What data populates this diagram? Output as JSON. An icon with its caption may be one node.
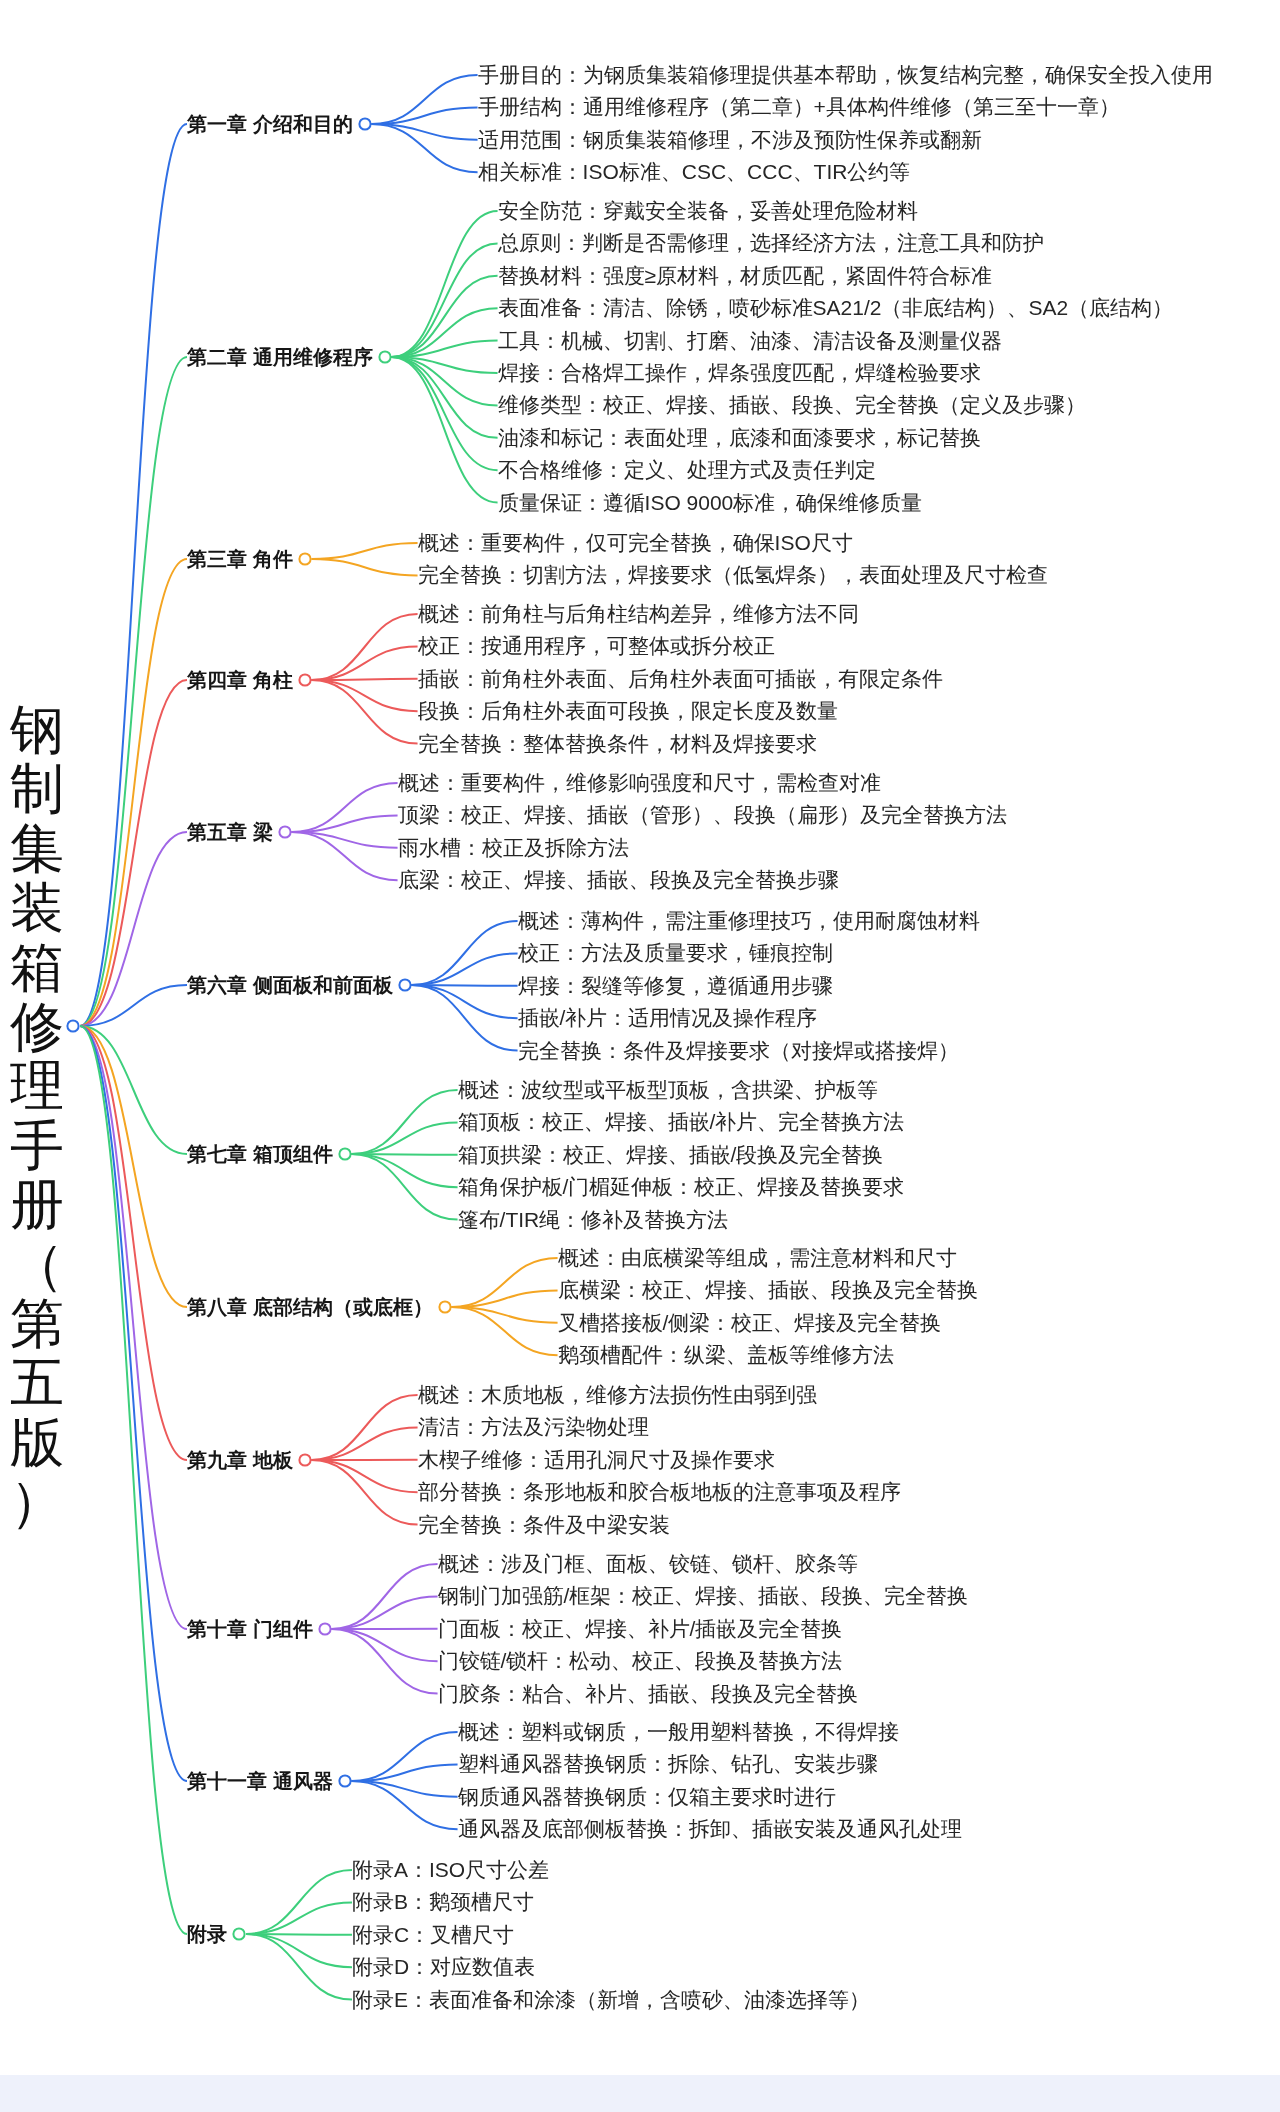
{
  "diagram": {
    "nodes": [
      {
        "text": [
          "钢制集装箱修理手册（第五版）"
        ]
      },
      {
        "text": [
          "第一章 介绍和目的"
        ]
      },
      {
        "text": [
          "手册目的：为钢质集装箱修理提供基本帮助，恢复结构完整，确保安全投入使用"
        ]
      },
      {
        "text": [
          "手册结构：通用维修程序（第二章）+具体构件维修（第三至十一章）"
        ]
      },
      {
        "text": [
          "适用范围：钢质集装箱修理，不涉及预防性保养或翻新"
        ]
      },
      {
        "text": [
          "相关标准：ISO标准、CSC、CCC、TIR公约等"
        ]
      },
      {
        "text": [
          "第二章 通用维修程序"
        ]
      },
      {
        "text": [
          "安全防范：穿戴安全装备，妥善处理危险材料"
        ]
      },
      {
        "text": [
          "总原则：判断是否需修理，选择经济方法，注意工具和防护"
        ]
      },
      {
        "text": [
          "替换材料：强度≥原材料，材质匹配，紧固件符合标准"
        ]
      },
      {
        "text": [
          "表面准备：清洁、除锈，喷砂标准SA21/2（非底结构）、SA2（底结构）"
        ]
      },
      {
        "text": [
          "工具：机械、切割、打磨、油漆、清洁设备及测量仪器"
        ]
      },
      {
        "text": [
          "焊接：合格焊工操作，焊条强度匹配，焊缝检验要求"
        ]
      },
      {
        "text": [
          "维修类型：校正、焊接、插嵌、段换、完全替换（定义及步骤）"
        ]
      },
      {
        "text": [
          "油漆和标记：表面处理，底漆和面漆要求，标记替换"
        ]
      },
      {
        "text": [
          "不合格维修：定义、处理方式及责任判定"
        ]
      },
      {
        "text": [
          "质量保证：遵循ISO 9000标准，确保维修质量"
        ]
      },
      {
        "text": [
          "第三章 角件"
        ]
      },
      {
        "text": [
          "概述：重要构件，仅可完全替换，确保ISO尺寸"
        ]
      },
      {
        "text": [
          "完全替换：切割方法，焊接要求（低氢焊条），表面处理及尺寸检查"
        ]
      },
      {
        "text": [
          "第四章 角柱"
        ]
      },
      {
        "text": [
          "概述：前角柱与后角柱结构差异，维修方法不同"
        ]
      },
      {
        "text": [
          "校正：按通用程序，可整体或拆分校正"
        ]
      },
      {
        "text": [
          "插嵌：前角柱外表面、后角柱外表面可插嵌，有限定条件"
        ]
      },
      {
        "text": [
          "段换：后角柱外表面可段换，限定长度及数量"
        ]
      },
      {
        "text": [
          "完全替换：整体替换条件，材料及焊接要求"
        ]
      },
      {
        "text": [
          "第五章 梁"
        ]
      },
      {
        "text": [
          "概述：重要构件，维修影响强度和尺寸，需检查对准"
        ]
      },
      {
        "text": [
          "顶梁：校正、焊接、插嵌（管形）、段换（扁形）及完全替换方法"
        ]
      },
      {
        "text": [
          "雨水槽：校正及拆除方法"
        ]
      },
      {
        "text": [
          "底梁：校正、焊接、插嵌、段换及完全替换步骤"
        ]
      },
      {
        "text": [
          "第六章 侧面板和前面板"
        ]
      },
      {
        "text": [
          "概述：薄构件，需注重修理技巧，使用耐腐蚀材料"
        ]
      },
      {
        "text": [
          "校正：方法及质量要求，锤痕控制"
        ]
      },
      {
        "text": [
          "焊接：裂缝等修复，遵循通用步骤"
        ]
      },
      {
        "text": [
          "插嵌/补片：适用情况及操作程序"
        ]
      },
      {
        "text": [
          "完全替换：条件及焊接要求（对接焊或搭接焊）"
        ]
      },
      {
        "text": [
          "第七章 箱顶组件"
        ]
      },
      {
        "text": [
          "概述：波纹型或平板型顶板，含拱梁、护板等"
        ]
      },
      {
        "text": [
          "箱顶板：校正、焊接、插嵌/补片、完全替换方法"
        ]
      },
      {
        "text": [
          "箱顶拱梁：校正、焊接、插嵌/段换及完全替换"
        ]
      },
      {
        "text": [
          "箱角保护板/门楣延伸板：校正、焊接及替换要求"
        ]
      },
      {
        "text": [
          "篷布/TIR绳：修补及替换方法"
        ]
      },
      {
        "text": [
          "第八章 底部结构（或底框）"
        ]
      },
      {
        "text": [
          "概述：由底横梁等组成，需注意材料和尺寸"
        ]
      },
      {
        "text": [
          "底横梁：校正、焊接、插嵌、段换及完全替换"
        ]
      },
      {
        "text": [
          "叉槽搭接板/侧梁：校正、焊接及完全替换"
        ]
      },
      {
        "text": [
          "鹅颈槽配件：纵梁、盖板等维修方法"
        ]
      },
      {
        "text": [
          "第九章 地板"
        ]
      },
      {
        "text": [
          "概述：木质地板，维修方法损伤性由弱到强"
        ]
      },
      {
        "text": [
          "清洁：方法及污染物处理"
        ]
      },
      {
        "text": [
          "木楔子维修：适用孔洞尺寸及操作要求"
        ]
      },
      {
        "text": [
          "部分替换：条形地板和胶合板地板的注意事项及程序"
        ]
      },
      {
        "text": [
          "完全替换：条件及中梁安装"
        ]
      },
      {
        "text": [
          "第十章 门组件"
        ]
      },
      {
        "text": [
          "概述：涉及门框、面板、铰链、锁杆、胶条等"
        ]
      },
      {
        "text": [
          "钢制门加强筋/框架：校正、焊接、插嵌、段换、完全替换"
        ]
      },
      {
        "text": [
          "门面板：校正、焊接、补片/插嵌及完全替换"
        ]
      },
      {
        "text": [
          "门铰链/锁杆：松动、校正、段换及替换方法"
        ]
      },
      {
        "text": [
          "门胶条：粘合、补片、插嵌、段换及完全替换"
        ]
      },
      {
        "text": [
          "第十一章 通风器"
        ]
      },
      {
        "text": [
          "概述：塑料或钢质，一般用塑料替换，不得焊接"
        ]
      },
      {
        "text": [
          "塑料通风器替换钢质：拆除、钻孔、安装步骤"
        ]
      },
      {
        "text": [
          "钢质通风器替换钢质：仅箱主要求时进行"
        ]
      },
      {
        "text": [
          "通风器及底部侧板替换：拆卸、插嵌安装及通风孔处理"
        ]
      },
      {
        "text": [
          "附录"
        ]
      },
      {
        "text": [
          "附录A：ISO尺寸公差"
        ]
      },
      {
        "text": [
          "附录B：鹅颈槽尺寸"
        ]
      },
      {
        "text": [
          "附录C：叉槽尺寸"
        ]
      },
      {
        "text": [
          "附录D：对应数值表"
        ]
      },
      {
        "text": [
          "附录E：表面准备和涂漆（新增，含喷砂、油漆选择等）"
        ]
      }
    ],
    "edges": [
      {
        "from": 0,
        "to": 1,
        "arrow": "none",
        "color": "#2f6fe4"
      },
      {
        "from": 1,
        "to": 2,
        "arrow": "none",
        "color": "#2f6fe4"
      },
      {
        "from": 1,
        "to": 3,
        "arrow": "none",
        "color": "#2f6fe4"
      },
      {
        "from": 1,
        "to": 4,
        "arrow": "none",
        "color": "#2f6fe4"
      },
      {
        "from": 1,
        "to": 5,
        "arrow": "none",
        "color": "#2f6fe4"
      },
      {
        "from": 0,
        "to": 6,
        "arrow": "none",
        "color": "#3dcf7c"
      },
      {
        "from": 6,
        "to": 7,
        "arrow": "none",
        "color": "#3dcf7c"
      },
      {
        "from": 6,
        "to": 8,
        "arrow": "none",
        "color": "#3dcf7c"
      },
      {
        "from": 6,
        "to": 9,
        "arrow": "none",
        "color": "#3dcf7c"
      },
      {
        "from": 6,
        "to": 10,
        "arrow": "none",
        "color": "#3dcf7c"
      },
      {
        "from": 6,
        "to": 11,
        "arrow": "none",
        "color": "#3dcf7c"
      },
      {
        "from": 6,
        "to": 12,
        "arrow": "none",
        "color": "#3dcf7c"
      },
      {
        "from": 6,
        "to": 13,
        "arrow": "none",
        "color": "#3dcf7c"
      },
      {
        "from": 6,
        "to": 14,
        "arrow": "none",
        "color": "#3dcf7c"
      },
      {
        "from": 6,
        "to": 15,
        "arrow": "none",
        "color": "#3dcf7c"
      },
      {
        "from": 6,
        "to": 16,
        "arrow": "none",
        "color": "#3dcf7c"
      },
      {
        "from": 0,
        "to": 17,
        "arrow": "none",
        "color": "#f4a522"
      },
      {
        "from": 17,
        "to": 18,
        "arrow": "none",
        "color": "#f4a522"
      },
      {
        "from": 17,
        "to": 19,
        "arrow": "none",
        "color": "#f4a522"
      },
      {
        "from": 0,
        "to": 20,
        "arrow": "none",
        "color": "#ec5a5a"
      },
      {
        "from": 20,
        "to": 21,
        "arrow": "none",
        "color": "#ec5a5a"
      },
      {
        "from": 20,
        "to": 22,
        "arrow": "none",
        "color": "#ec5a5a"
      },
      {
        "from": 20,
        "to": 23,
        "arrow": "none",
        "color": "#ec5a5a"
      },
      {
        "from": 20,
        "to": 24,
        "arrow": "none",
        "color": "#ec5a5a"
      },
      {
        "from": 20,
        "to": 25,
        "arrow": "none",
        "color": "#ec5a5a"
      },
      {
        "from": 0,
        "to": 26,
        "arrow": "none",
        "color": "#a066e6"
      },
      {
        "from": 26,
        "to": 27,
        "arrow": "none",
        "color": "#a066e6"
      },
      {
        "from": 26,
        "to": 28,
        "arrow": "none",
        "color": "#a066e6"
      },
      {
        "from": 26,
        "to": 29,
        "arrow": "none",
        "color": "#a066e6"
      },
      {
        "from": 26,
        "to": 30,
        "arrow": "none",
        "color": "#a066e6"
      },
      {
        "from": 0,
        "to": 31,
        "arrow": "none",
        "color": "#2f6fe4"
      },
      {
        "from": 31,
        "to": 32,
        "arrow": "none",
        "color": "#2f6fe4"
      },
      {
        "from": 31,
        "to": 33,
        "arrow": "none",
        "color": "#2f6fe4"
      },
      {
        "from": 31,
        "to": 34,
        "arrow": "none",
        "color": "#2f6fe4"
      },
      {
        "from": 31,
        "to": 35,
        "arrow": "none",
        "color": "#2f6fe4"
      },
      {
        "from": 31,
        "to": 36,
        "arrow": "none",
        "color": "#2f6fe4"
      },
      {
        "from": 0,
        "to": 37,
        "arrow": "none",
        "color": "#3dcf7c"
      },
      {
        "from": 37,
        "to": 38,
        "arrow": "none",
        "color": "#3dcf7c"
      },
      {
        "from": 37,
        "to": 39,
        "arrow": "none",
        "color": "#3dcf7c"
      },
      {
        "from": 37,
        "to": 40,
        "arrow": "none",
        "color": "#3dcf7c"
      },
      {
        "from": 37,
        "to": 41,
        "arrow": "none",
        "color": "#3dcf7c"
      },
      {
        "from": 37,
        "to": 42,
        "arrow": "none",
        "color": "#3dcf7c"
      },
      {
        "from": 0,
        "to": 43,
        "arrow": "none",
        "color": "#f4a522"
      },
      {
        "from": 43,
        "to": 44,
        "arrow": "none",
        "color": "#f4a522"
      },
      {
        "from": 43,
        "to": 45,
        "arrow": "none",
        "color": "#f4a522"
      },
      {
        "from": 43,
        "to": 46,
        "arrow": "none",
        "color": "#f4a522"
      },
      {
        "from": 43,
        "to": 47,
        "arrow": "none",
        "color": "#f4a522"
      },
      {
        "from": 0,
        "to": 48,
        "arrow": "none",
        "color": "#ec5a5a"
      },
      {
        "from": 48,
        "to": 49,
        "arrow": "none",
        "color": "#ec5a5a"
      },
      {
        "from": 48,
        "to": 50,
        "arrow": "none",
        "color": "#ec5a5a"
      },
      {
        "from": 48,
        "to": 51,
        "arrow": "none",
        "color": "#ec5a5a"
      },
      {
        "from": 48,
        "to": 52,
        "arrow": "none",
        "color": "#ec5a5a"
      },
      {
        "from": 48,
        "to": 53,
        "arrow": "none",
        "color": "#ec5a5a"
      },
      {
        "from": 0,
        "to": 54,
        "arrow": "none",
        "color": "#a066e6"
      },
      {
        "from": 54,
        "to": 55,
        "arrow": "none",
        "color": "#a066e6"
      },
      {
        "from": 54,
        "to": 56,
        "arrow": "none",
        "color": "#a066e6"
      },
      {
        "from": 54,
        "to": 57,
        "arrow": "none",
        "color": "#a066e6"
      },
      {
        "from": 54,
        "to": 58,
        "arrow": "none",
        "color": "#a066e6"
      },
      {
        "from": 54,
        "to": 59,
        "arrow": "none",
        "color": "#a066e6"
      },
      {
        "from": 0,
        "to": 60,
        "arrow": "none",
        "color": "#2f6fe4"
      },
      {
        "from": 60,
        "to": 61,
        "arrow": "none",
        "color": "#2f6fe4"
      },
      {
        "from": 60,
        "to": 62,
        "arrow": "none",
        "color": "#2f6fe4"
      },
      {
        "from": 60,
        "to": 63,
        "arrow": "none",
        "color": "#2f6fe4"
      },
      {
        "from": 60,
        "to": 64,
        "arrow": "none",
        "color": "#2f6fe4"
      },
      {
        "from": 0,
        "to": 65,
        "arrow": "none",
        "color": "#3dcf7c"
      },
      {
        "from": 65,
        "to": 66,
        "arrow": "none",
        "color": "#3dcf7c"
      },
      {
        "from": 65,
        "to": 67,
        "arrow": "none",
        "color": "#3dcf7c"
      },
      {
        "from": 65,
        "to": 68,
        "arrow": "none",
        "color": "#3dcf7c"
      },
      {
        "from": 65,
        "to": 69,
        "arrow": "none",
        "color": "#3dcf7c"
      },
      {
        "from": 65,
        "to": 70,
        "arrow": "none",
        "color": "#3dcf7c"
      }
    ]
  }
}
